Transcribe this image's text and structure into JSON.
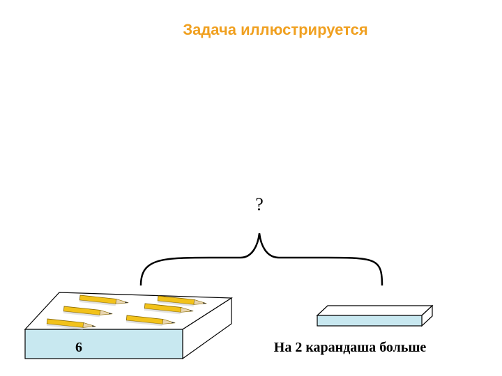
{
  "title": "Задача иллюстрируется",
  "diagram": {
    "question": "?",
    "left_box_value": "6",
    "right_box_label": "На 2 карандаша больше"
  },
  "colors": {
    "title": "#f0a020",
    "box_front": "#c8e8f0",
    "pencil_body": "#f2c21a"
  }
}
